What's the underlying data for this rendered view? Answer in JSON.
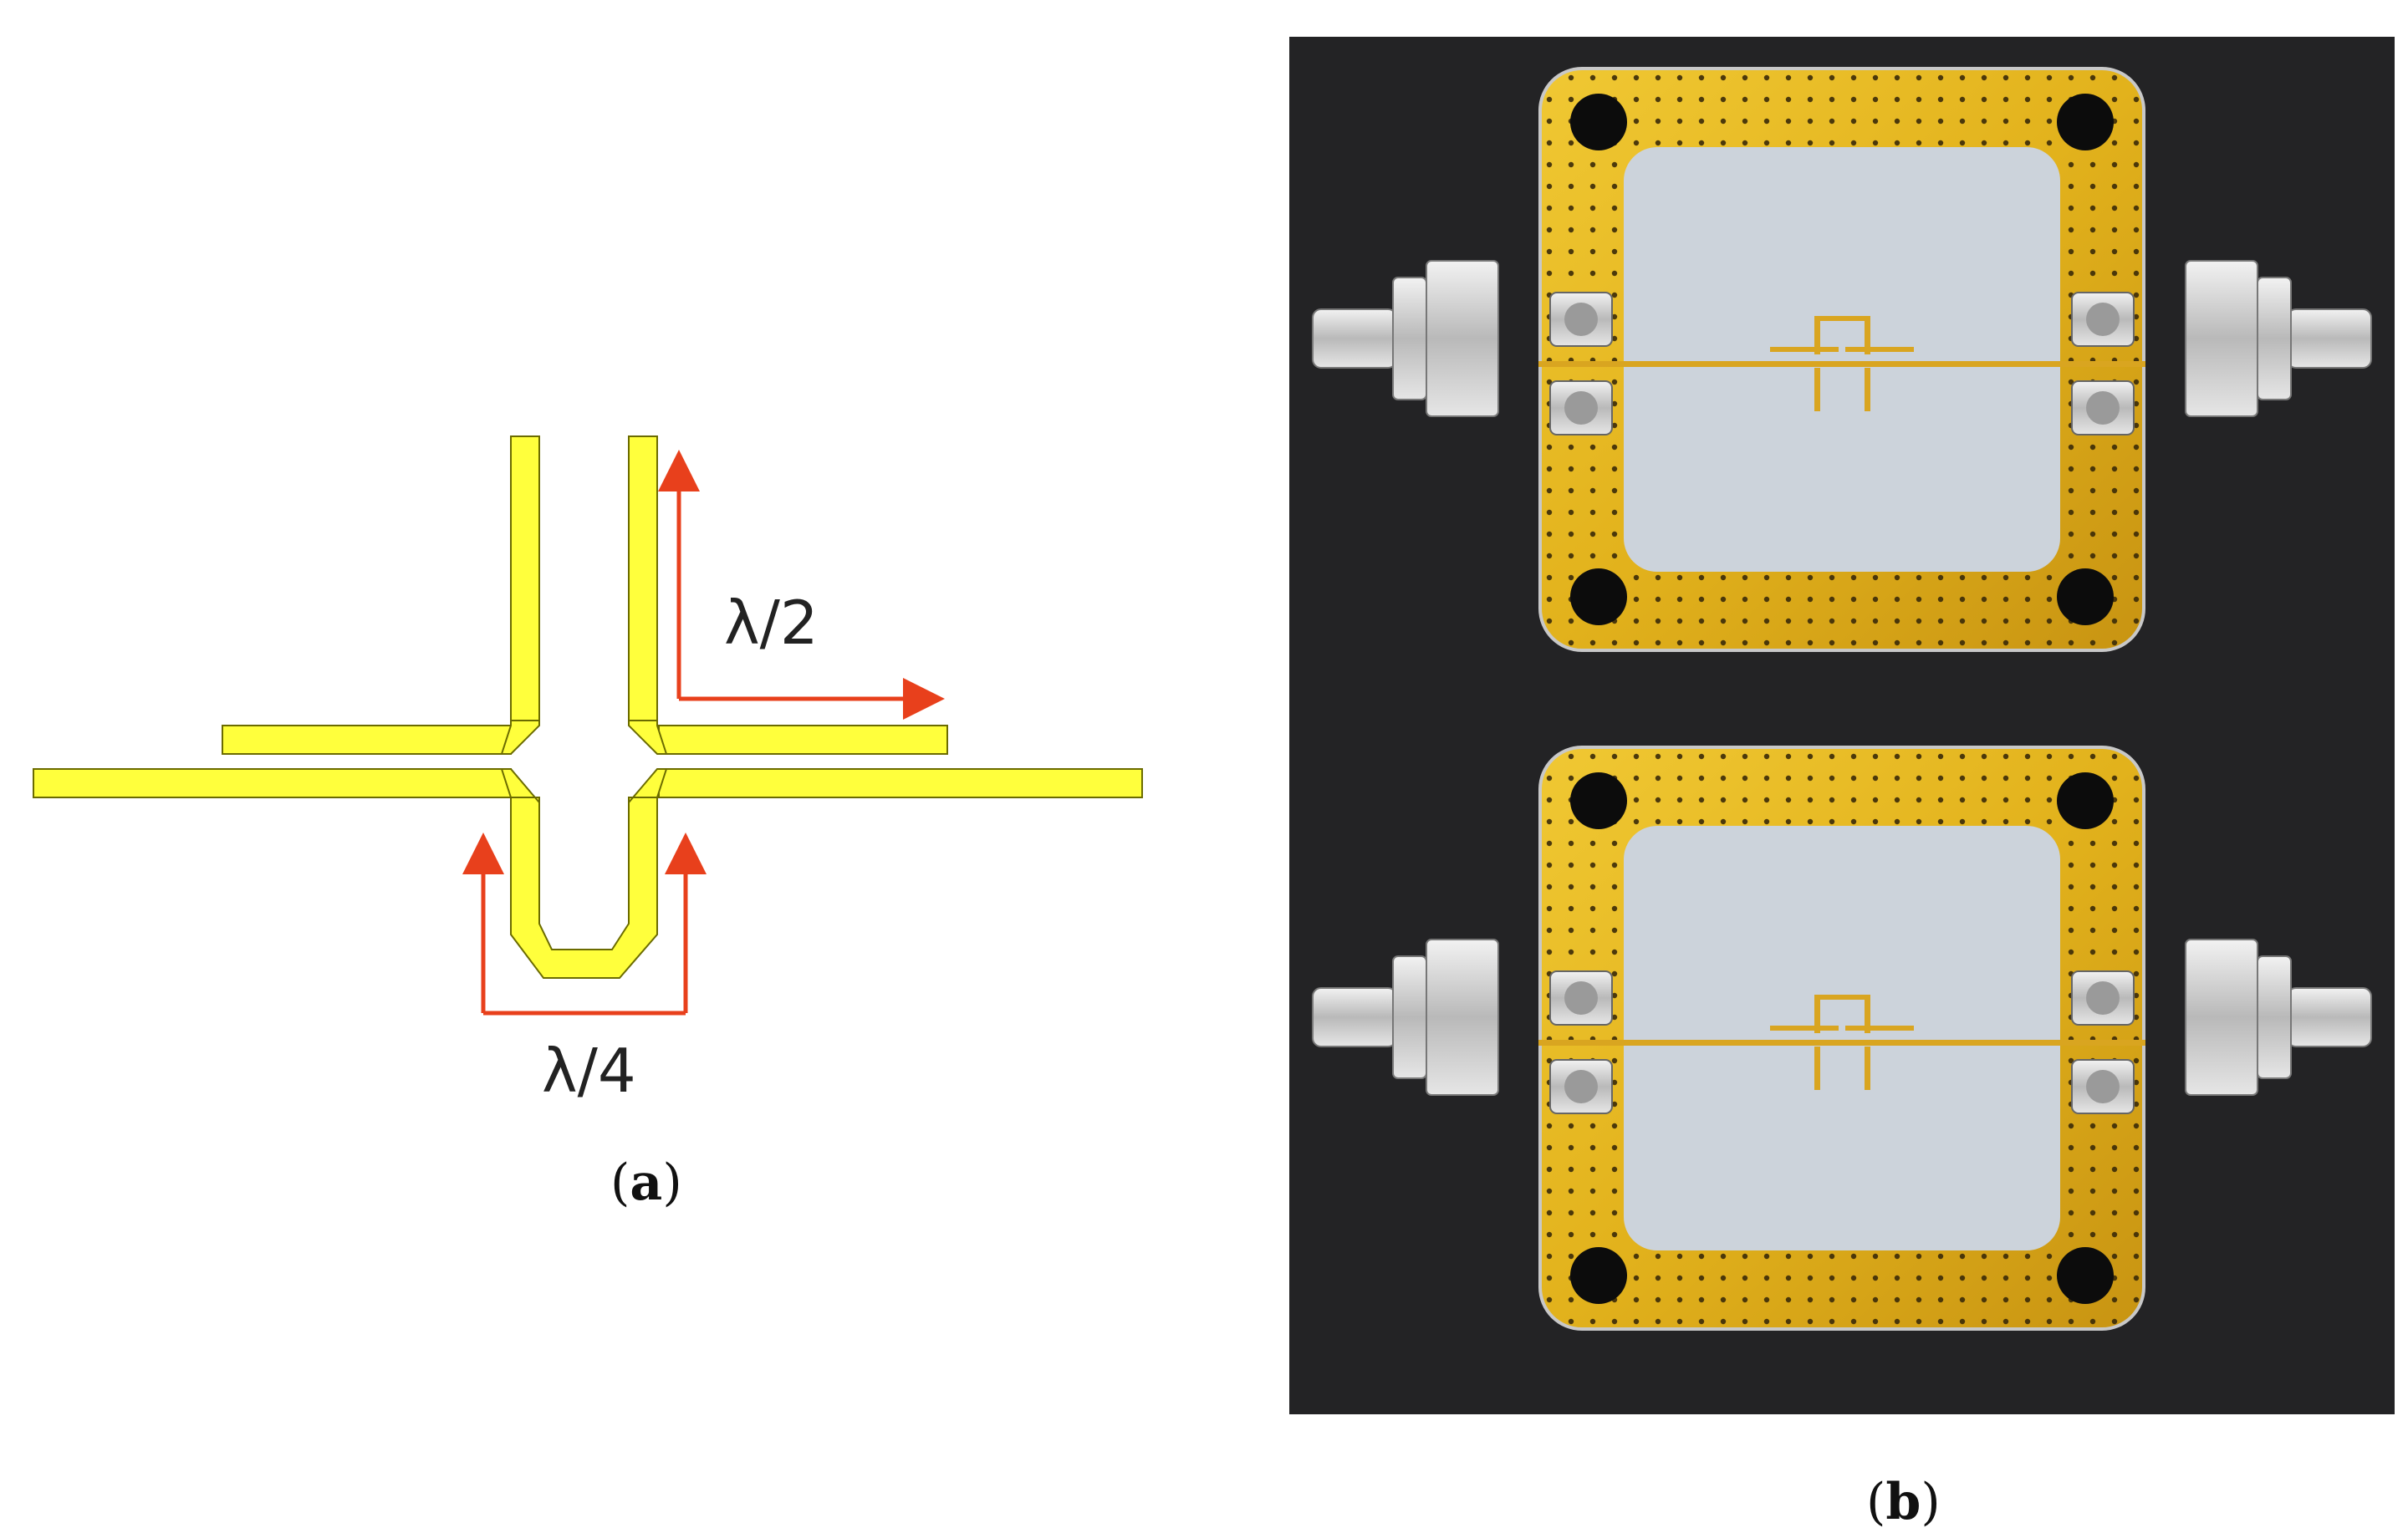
{
  "panel_a": {
    "half_wavelength_label": "λ/2",
    "quarter_wavelength_label": "λ/4",
    "caption_letter": "a"
  },
  "panel_b": {
    "caption_letter": "b"
  },
  "colors": {
    "microstrip": "#ffff3c",
    "microstrip_outline": "#6b6b00",
    "arrow": "#e8401c",
    "photo_background": "#232325",
    "gold_plating": "#e2b21c",
    "substrate": "#ccd3db"
  }
}
